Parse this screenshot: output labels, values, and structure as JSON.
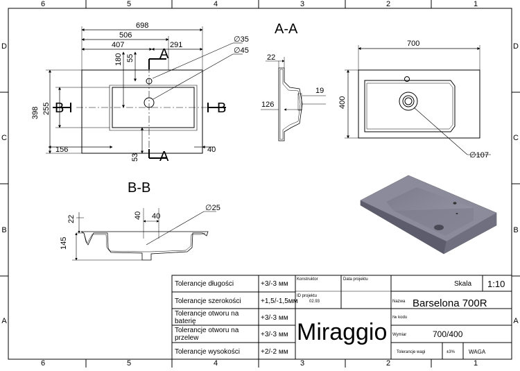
{
  "frame": {
    "cols": [
      "6",
      "5",
      "4",
      "3",
      "2",
      "1"
    ],
    "rows": [
      "D",
      "C",
      "B",
      "A"
    ]
  },
  "top_view": {
    "dims": {
      "d698": "698",
      "d506": "506",
      "d407": "407",
      "d291": "291",
      "d180": "180",
      "d55": "55",
      "d398": "398",
      "d255": "255",
      "d156": "156",
      "d53": "53",
      "d40": "40"
    },
    "hole_small": "∅35",
    "hole_large": "∅45",
    "sec_a": "A",
    "sec_b": "B"
  },
  "section_aa": {
    "title": "A-A",
    "dims": {
      "d22": "22",
      "d19": "19",
      "d126": "126"
    }
  },
  "side_view": {
    "dims": {
      "d700": "700",
      "d400": "400"
    },
    "drain": "∅107"
  },
  "section_bb": {
    "title": "B-B",
    "dims": {
      "d40a": "40",
      "d40b": "40",
      "d22": "22",
      "d145": "145"
    },
    "hole": "∅25"
  },
  "title_block": {
    "tol_length_label": "Tolerancje długości",
    "tol_length_value": "+3/-3 мм",
    "tol_width_label": "Tolerancje szerokości",
    "tol_width_value": "+1,5/-1,5мм",
    "tol_hole_faucet_label_1": "Tolerancje otworu na",
    "tol_hole_faucet_label_2": "baterię",
    "tol_hole_faucet_value": "+3/-3 мм",
    "tol_hole_overflow_label_1": "Tolerancje otworu na",
    "tol_hole_overflow_label_2": "przelew",
    "tol_hole_overflow_value": "+3/-3 мм",
    "tol_height_label": "Tolerancje wysokości",
    "tol_height_value": "+2/-2 мм",
    "konstruktor_label": "Konstruktor",
    "data_projektu_label": "Data projektu",
    "id_projektu_label": "ID projektu",
    "id_projektu_value": "02.93",
    "brand": "Miraggio",
    "skala_label": "Skala",
    "skala_value": "1:10",
    "nazwa_label": "Nazwa",
    "nazwa_value": "Barselona 700R",
    "nr_kodu_label": "№ kodu",
    "wymiar_label": "Wymiar",
    "wymiar_value": "700/400",
    "tol_wagi_label": "Tolerancje wagi",
    "tol_wagi_value": "±3%",
    "waga_label": "WAGA"
  }
}
